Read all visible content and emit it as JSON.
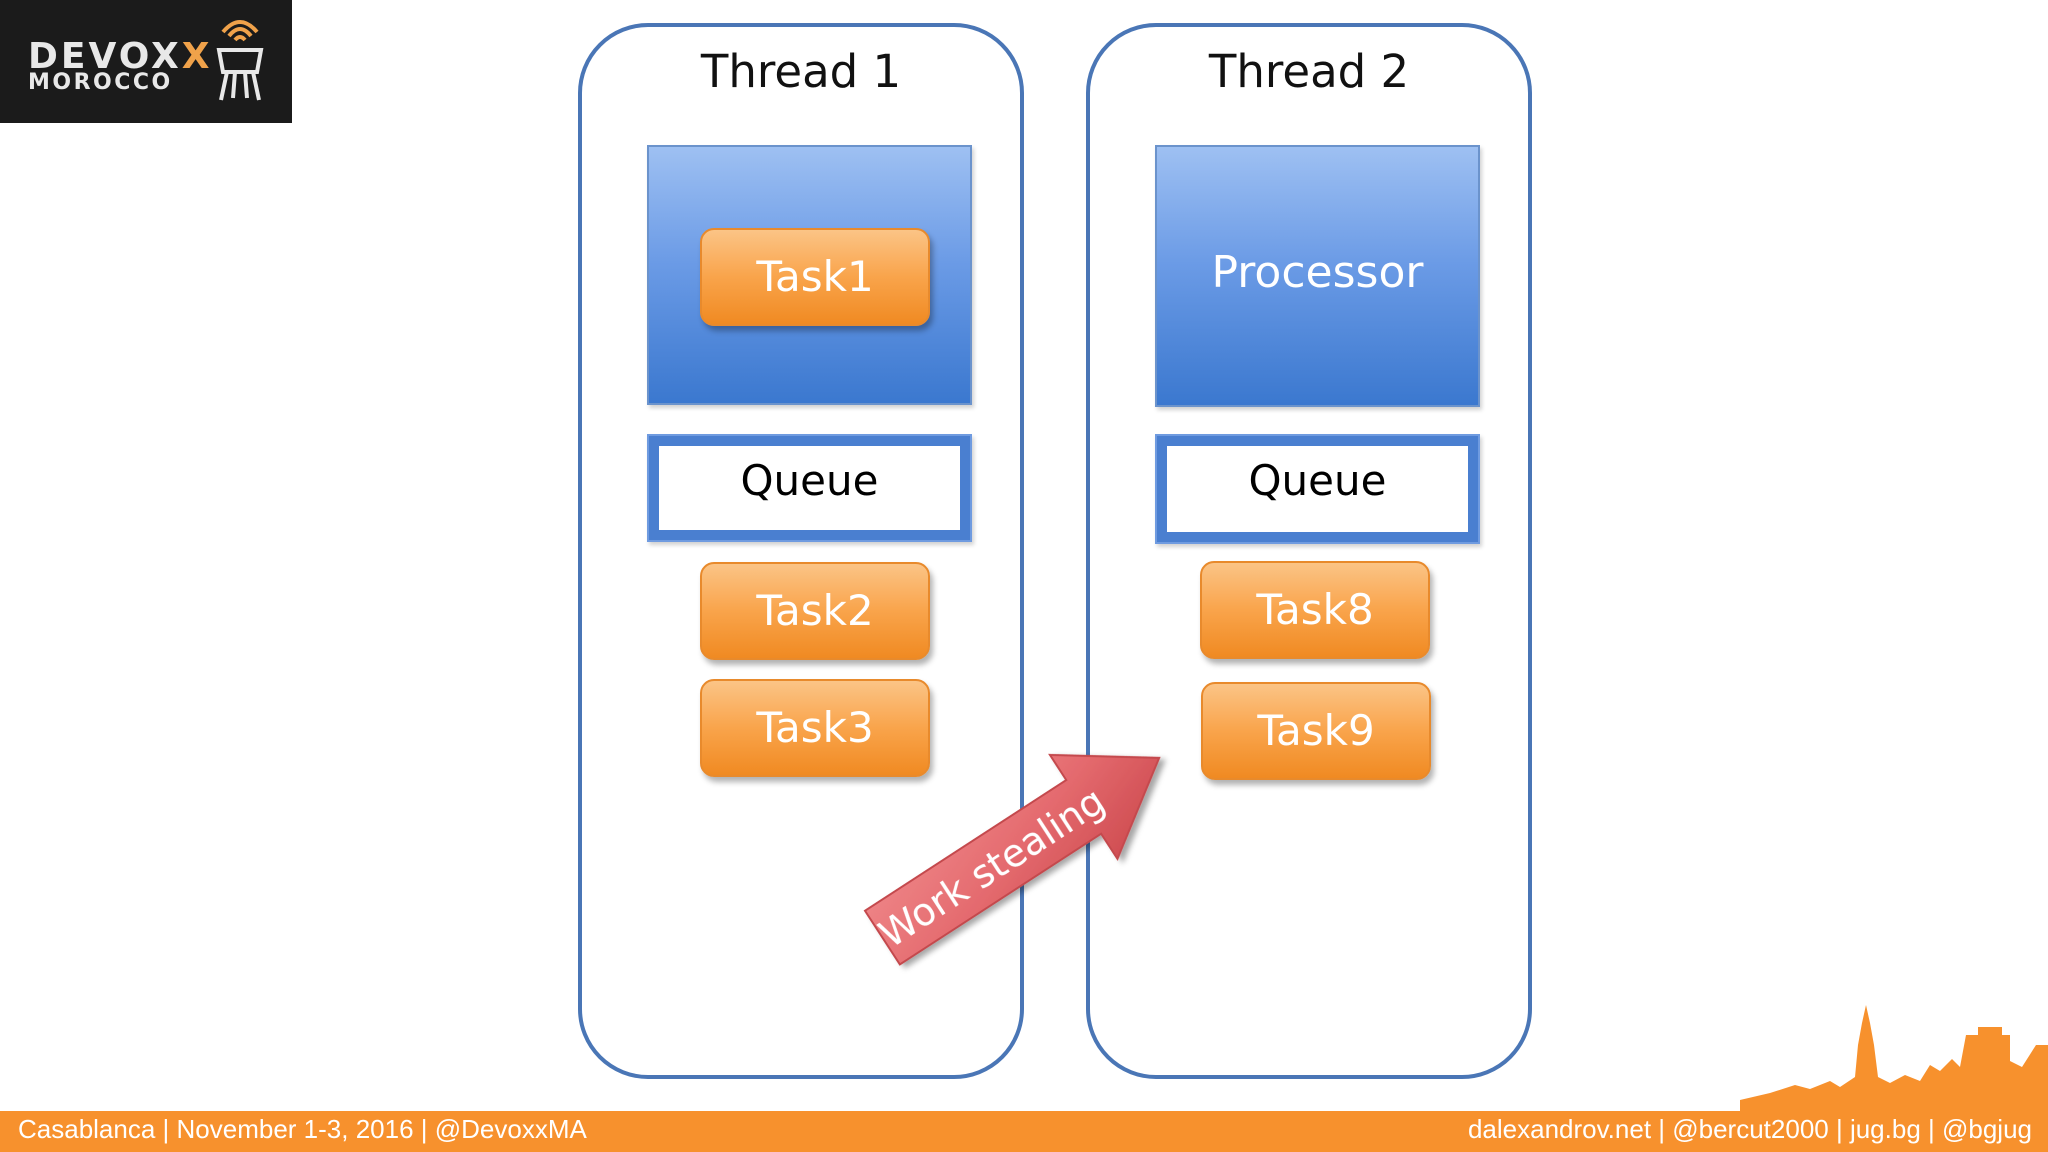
{
  "logo": {
    "line1": "DEVOX",
    "line1_accent": "X",
    "line2": "MOROCCO"
  },
  "threads": [
    {
      "title": "Thread 1",
      "processor_task": "Task1",
      "queue_label": "Queue",
      "queued_tasks": [
        "Task2",
        "Task3"
      ]
    },
    {
      "title": "Thread 2",
      "processor_label": "Processor",
      "queue_label": "Queue",
      "queued_tasks": [
        "Task8",
        "Task9"
      ]
    }
  ],
  "arrow": {
    "label": "Work stealing"
  },
  "footer": {
    "left": "Casablanca | November 1-3, 2016 | @DevoxxMA",
    "right": "dalexandrov.net | @bercut2000 | jug.bg | @bgjug"
  },
  "colors": {
    "thread_border": "#4a76b6",
    "processor_blue": "#4a86dc",
    "task_orange": "#f9a44b",
    "arrow_red": "#e06468",
    "footer_orange": "#f7912d"
  }
}
